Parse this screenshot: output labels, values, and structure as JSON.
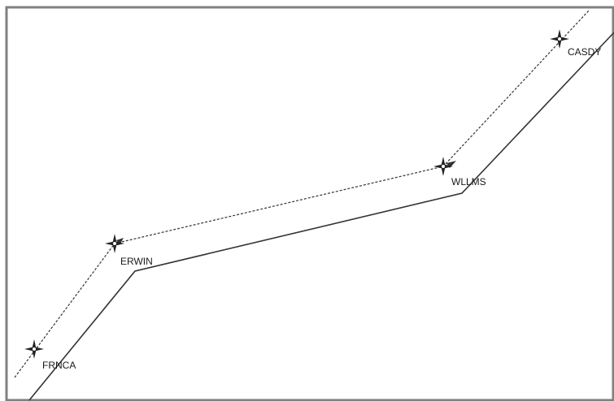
{
  "procedure": {
    "waypoints": [
      {
        "id": "CASDY",
        "label": "CASDY"
      },
      {
        "id": "WLLMS",
        "label": "WLLMS"
      },
      {
        "id": "ERWIN",
        "label": "ERWIN"
      },
      {
        "id": "FRNCA",
        "label": "FRNCA"
      }
    ]
  },
  "colors": {
    "frame": "#808080",
    "route_solid": "#333333",
    "route_dashed": "#333333",
    "waypoint_symbol": "#222222",
    "label_text": "#1a1a1a",
    "background": "#ffffff"
  },
  "icons": {
    "waypoint": "four-point-star-waypoint-icon"
  }
}
